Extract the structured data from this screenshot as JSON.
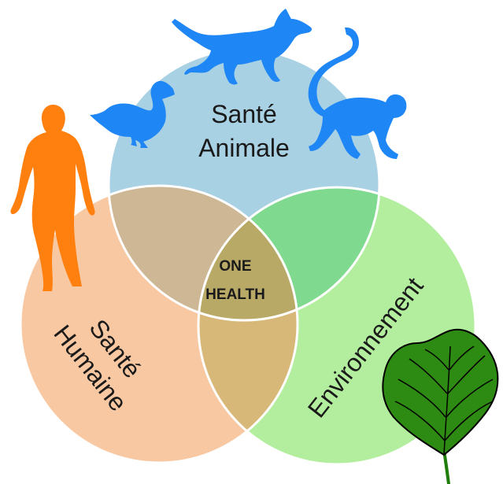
{
  "circles": {
    "animal": {
      "line1": "Santé",
      "line2": "Animale",
      "color": "#a9d1e4"
    },
    "human": {
      "line1": "Santé",
      "line2": "Humaine",
      "color": "#f8c8a2"
    },
    "environment": {
      "label": "Environnement",
      "color": "#b2ee9e"
    }
  },
  "center": {
    "line1": "ONE",
    "line2": "HEALTH"
  },
  "overlap_colors": {
    "animal_human": "#cdb795",
    "animal_environment": "#7fd98f",
    "human_environment": "#d8b878",
    "all_three": "#b9a966"
  },
  "silhouette_colors": {
    "animals": "#1f87f5",
    "human": "#ff7f0f",
    "leaf": "#1f7d09"
  },
  "icons": [
    "dog-icon",
    "duck-icon",
    "monkey-icon",
    "human-figure-icon",
    "leaf-icon"
  ]
}
